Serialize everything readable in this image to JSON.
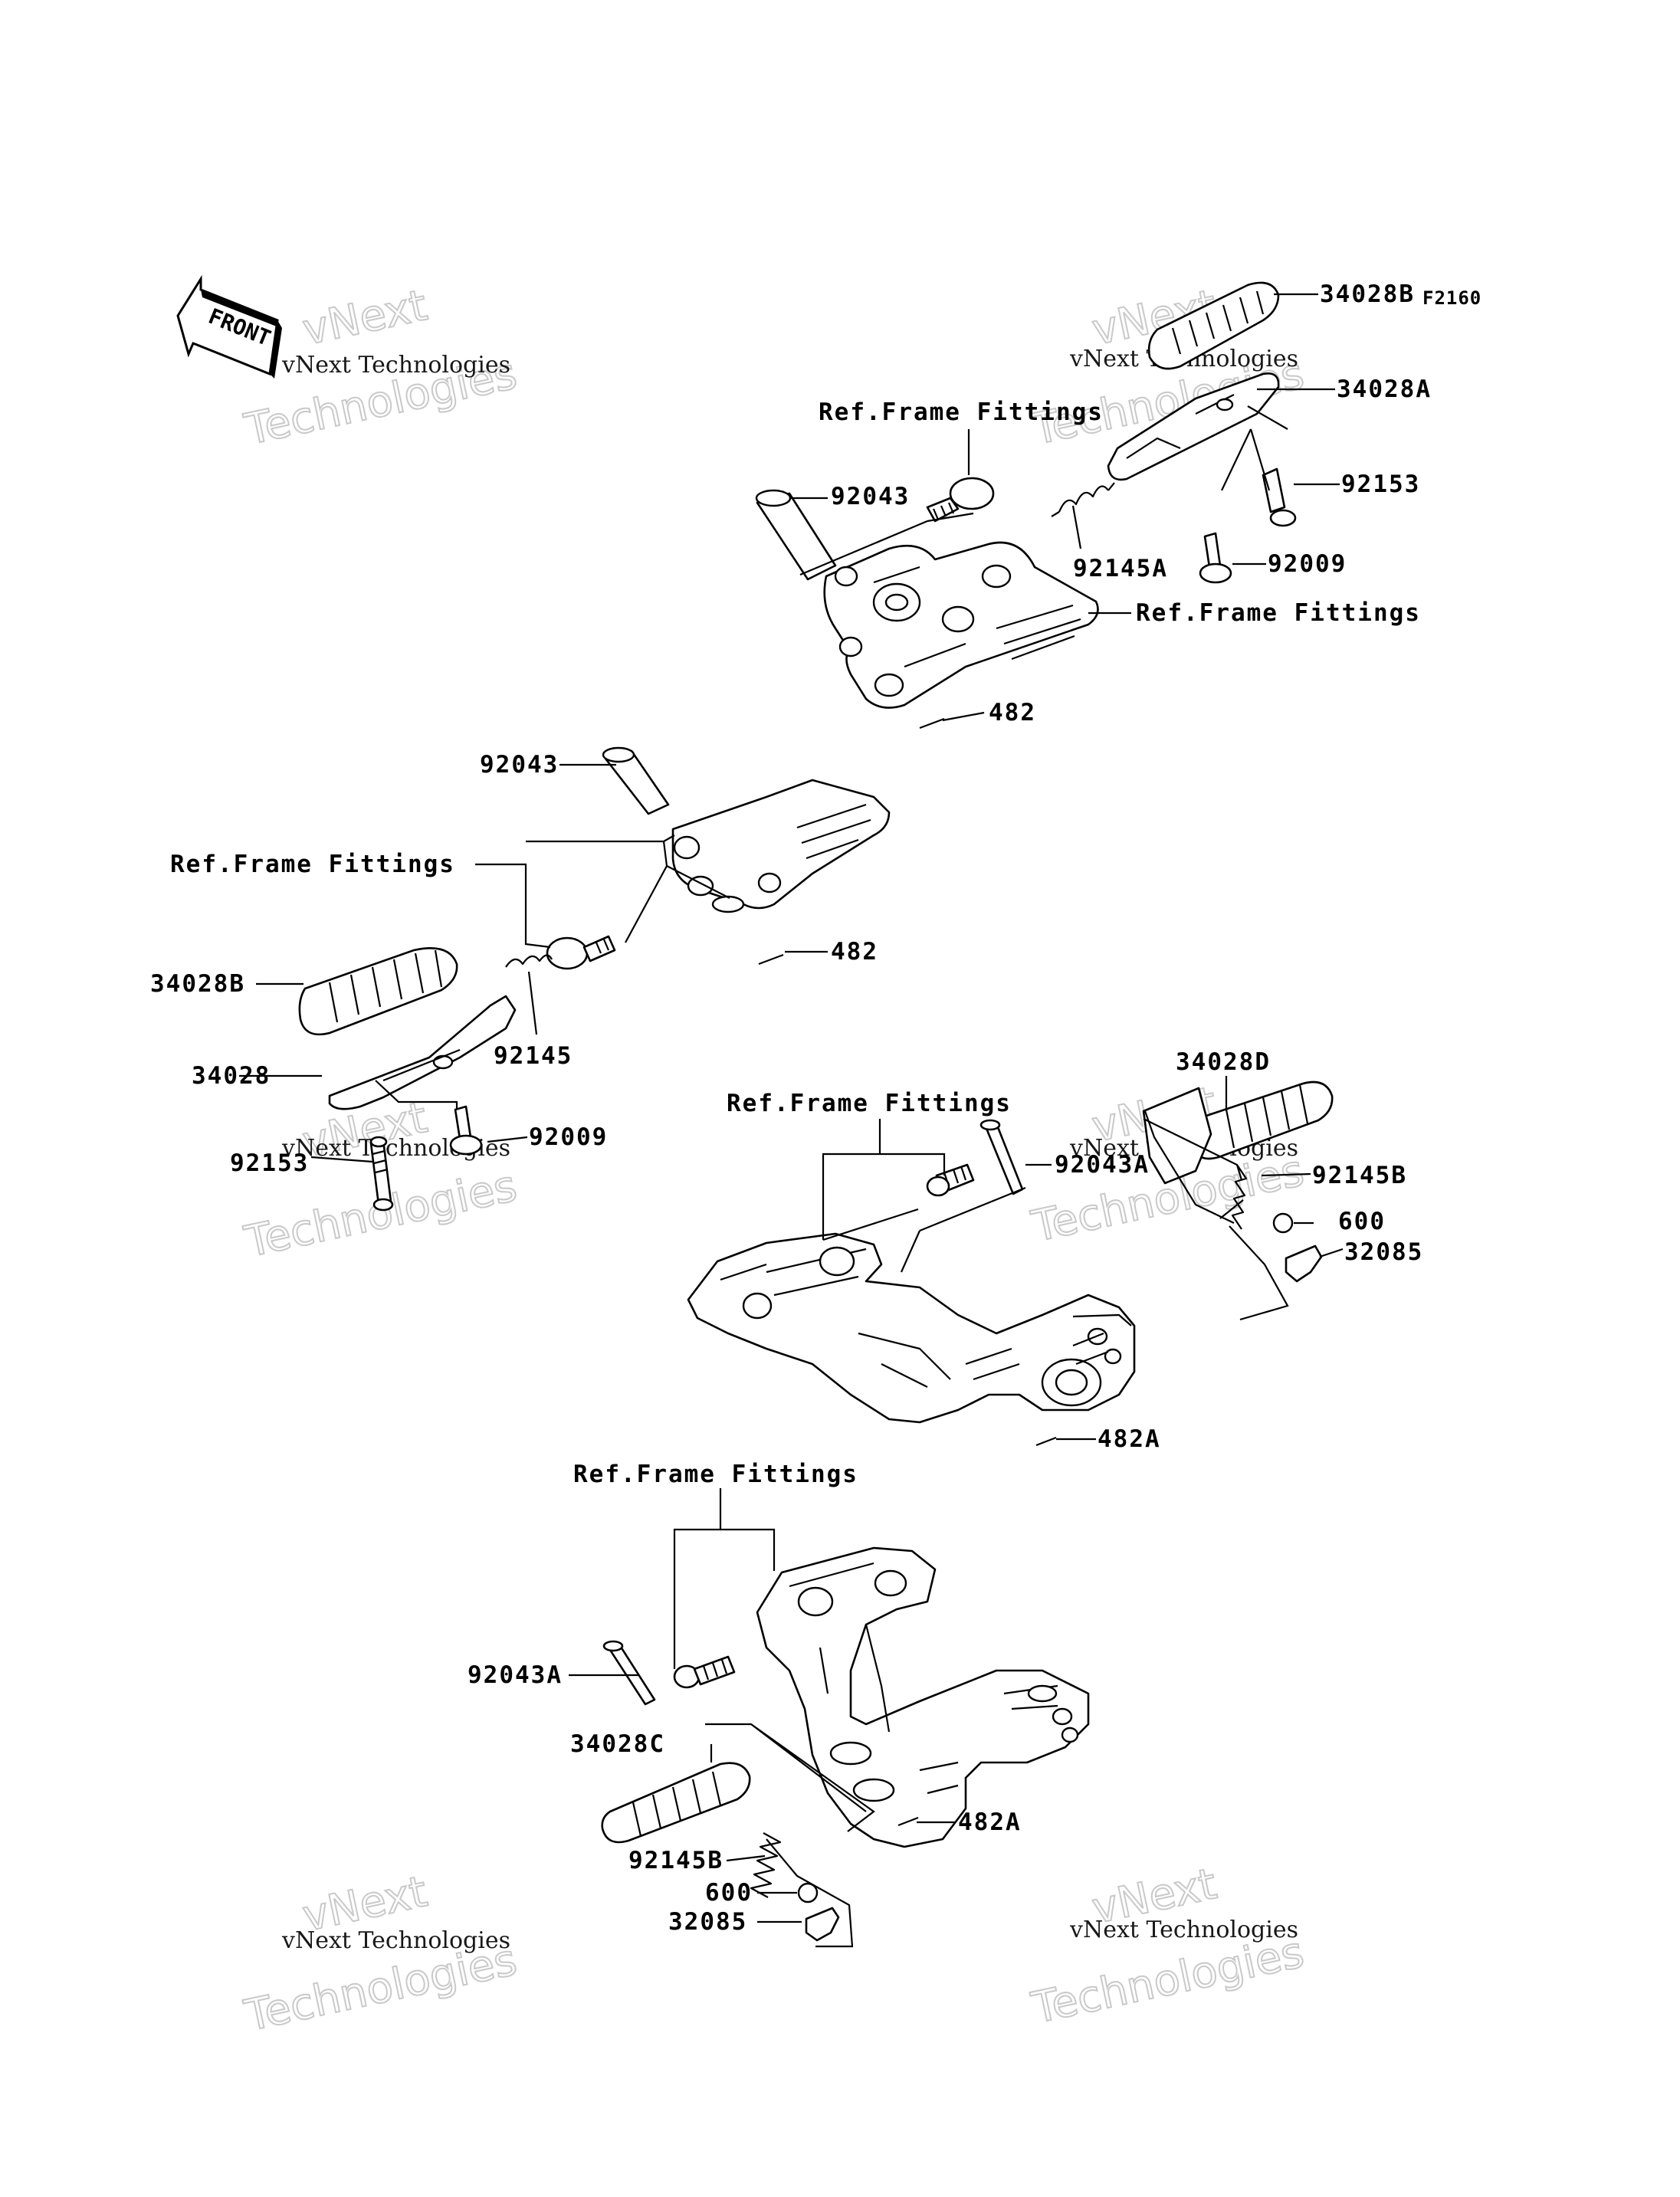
{
  "figure_code": "F2160",
  "front_label": "FRONT",
  "watermark": {
    "line1": "vNext Technologies",
    "line2": "Technologies"
  },
  "callouts": {
    "c34028B_tr": "34028B",
    "c34028A": "34028A",
    "c92153_tr": "92153",
    "c92009_tr": "92009",
    "c92145A": "92145A",
    "c92043_top": "92043",
    "ref_top1": "Ref.Frame Fittings",
    "ref_top2": "Ref.Frame Fittings",
    "c482_top": "482",
    "c92043_mid": "92043",
    "ref_left": "Ref.Frame Fittings",
    "c482_mid": "482",
    "c34028B_left": "34028B",
    "c92145": "92145",
    "c34028": "34028",
    "c92009_left": "92009",
    "c92153_left": "92153",
    "c34028D": "34028D",
    "ref_mid": "Ref.Frame Fittings",
    "c92043A_mid": "92043A",
    "c92145B_right": "92145B",
    "c600_right": "600",
    "c32085_right": "32085",
    "c482A_mid": "482A",
    "ref_bottom": "Ref.Frame Fittings",
    "c92043A_bottom": "92043A",
    "c34028C": "34028C",
    "c482A_bottom": "482A",
    "c92145B_bottom": "92145B",
    "c600_bottom": "600",
    "c32085_bottom": "32085"
  }
}
